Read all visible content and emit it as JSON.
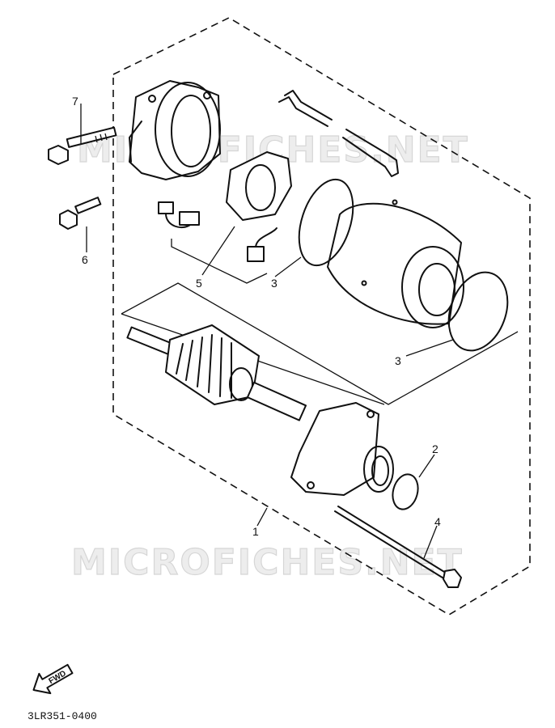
{
  "watermark": "MICROFICHES.NET",
  "part_labels": {
    "p1": "1",
    "p2": "2",
    "p3a": "3",
    "p3b": "3",
    "p4": "4",
    "p5": "5",
    "p6": "6",
    "p7": "7"
  },
  "direction_badge": "FWD",
  "diagram_code": "3LR351-0400",
  "colors": {
    "ink": "#111111",
    "background": "#ffffff",
    "watermark": "#d6d6d6"
  }
}
